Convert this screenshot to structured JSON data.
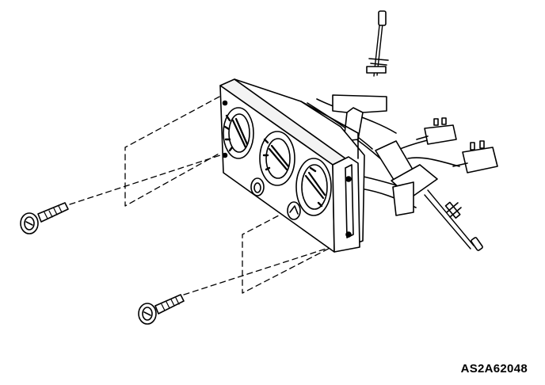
{
  "figure": {
    "reference_code": "AS2A62048"
  },
  "parts": {
    "control_panel": "heater-control-panel",
    "knob_count": 3,
    "screw_count": 2,
    "connector_count": 2,
    "cable_count": 2
  },
  "colors": {
    "line": "#000000",
    "background": "#ffffff",
    "panel_shade": "#f3f3f3"
  }
}
